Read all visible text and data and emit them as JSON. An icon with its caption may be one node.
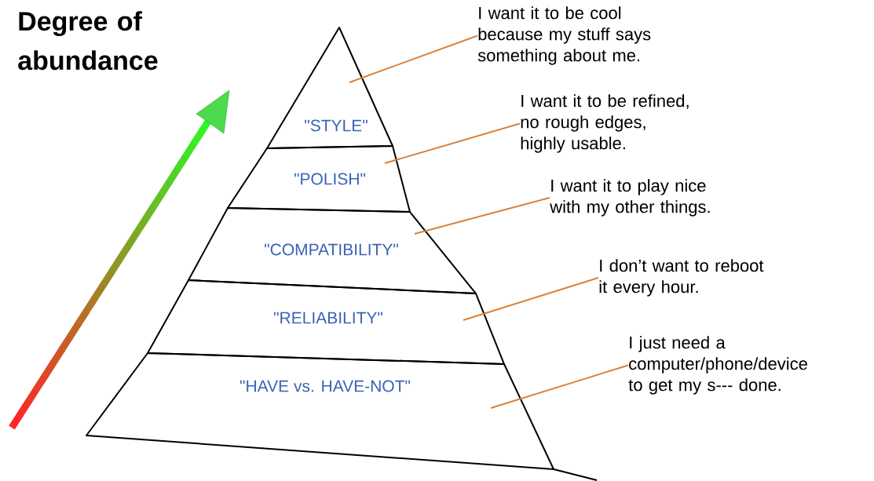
{
  "diagram": {
    "nodes": [
      {
        "text": [
          "\"STYLE\""
        ]
      },
      {
        "text": [
          "\"POLISH\""
        ]
      },
      {
        "text": [
          "\"COMPATIBILITY\""
        ]
      },
      {
        "text": [
          "\"RELIABILITY\""
        ]
      },
      {
        "text": [
          "\"HAVE vs. HAVE-NOT\""
        ]
      },
      {
        "text": [
          "I want it to be cool because my stuff says something about me."
        ]
      },
      {
        "text": [
          "I want it to be refined, no rough edges, highly usable."
        ]
      },
      {
        "text": [
          "I want it to play nice with my other things."
        ]
      },
      {
        "text": [
          "I don’t want to reboot it every hour."
        ]
      },
      {
        "text": [
          "I just need a computer/phone/device to get my s--- done."
        ]
      }
    ],
    "edges": [
      {
        "from": 5,
        "to": 0,
        "arrow": "none"
      },
      {
        "from": 6,
        "to": 1,
        "arrow": "none"
      },
      {
        "from": 7,
        "to": 2,
        "arrow": "none"
      },
      {
        "from": 8,
        "to": 3,
        "arrow": "none"
      },
      {
        "from": 9,
        "to": 4,
        "arrow": "none"
      }
    ],
    "labels": [
      "Degree of abundance"
    ]
  }
}
